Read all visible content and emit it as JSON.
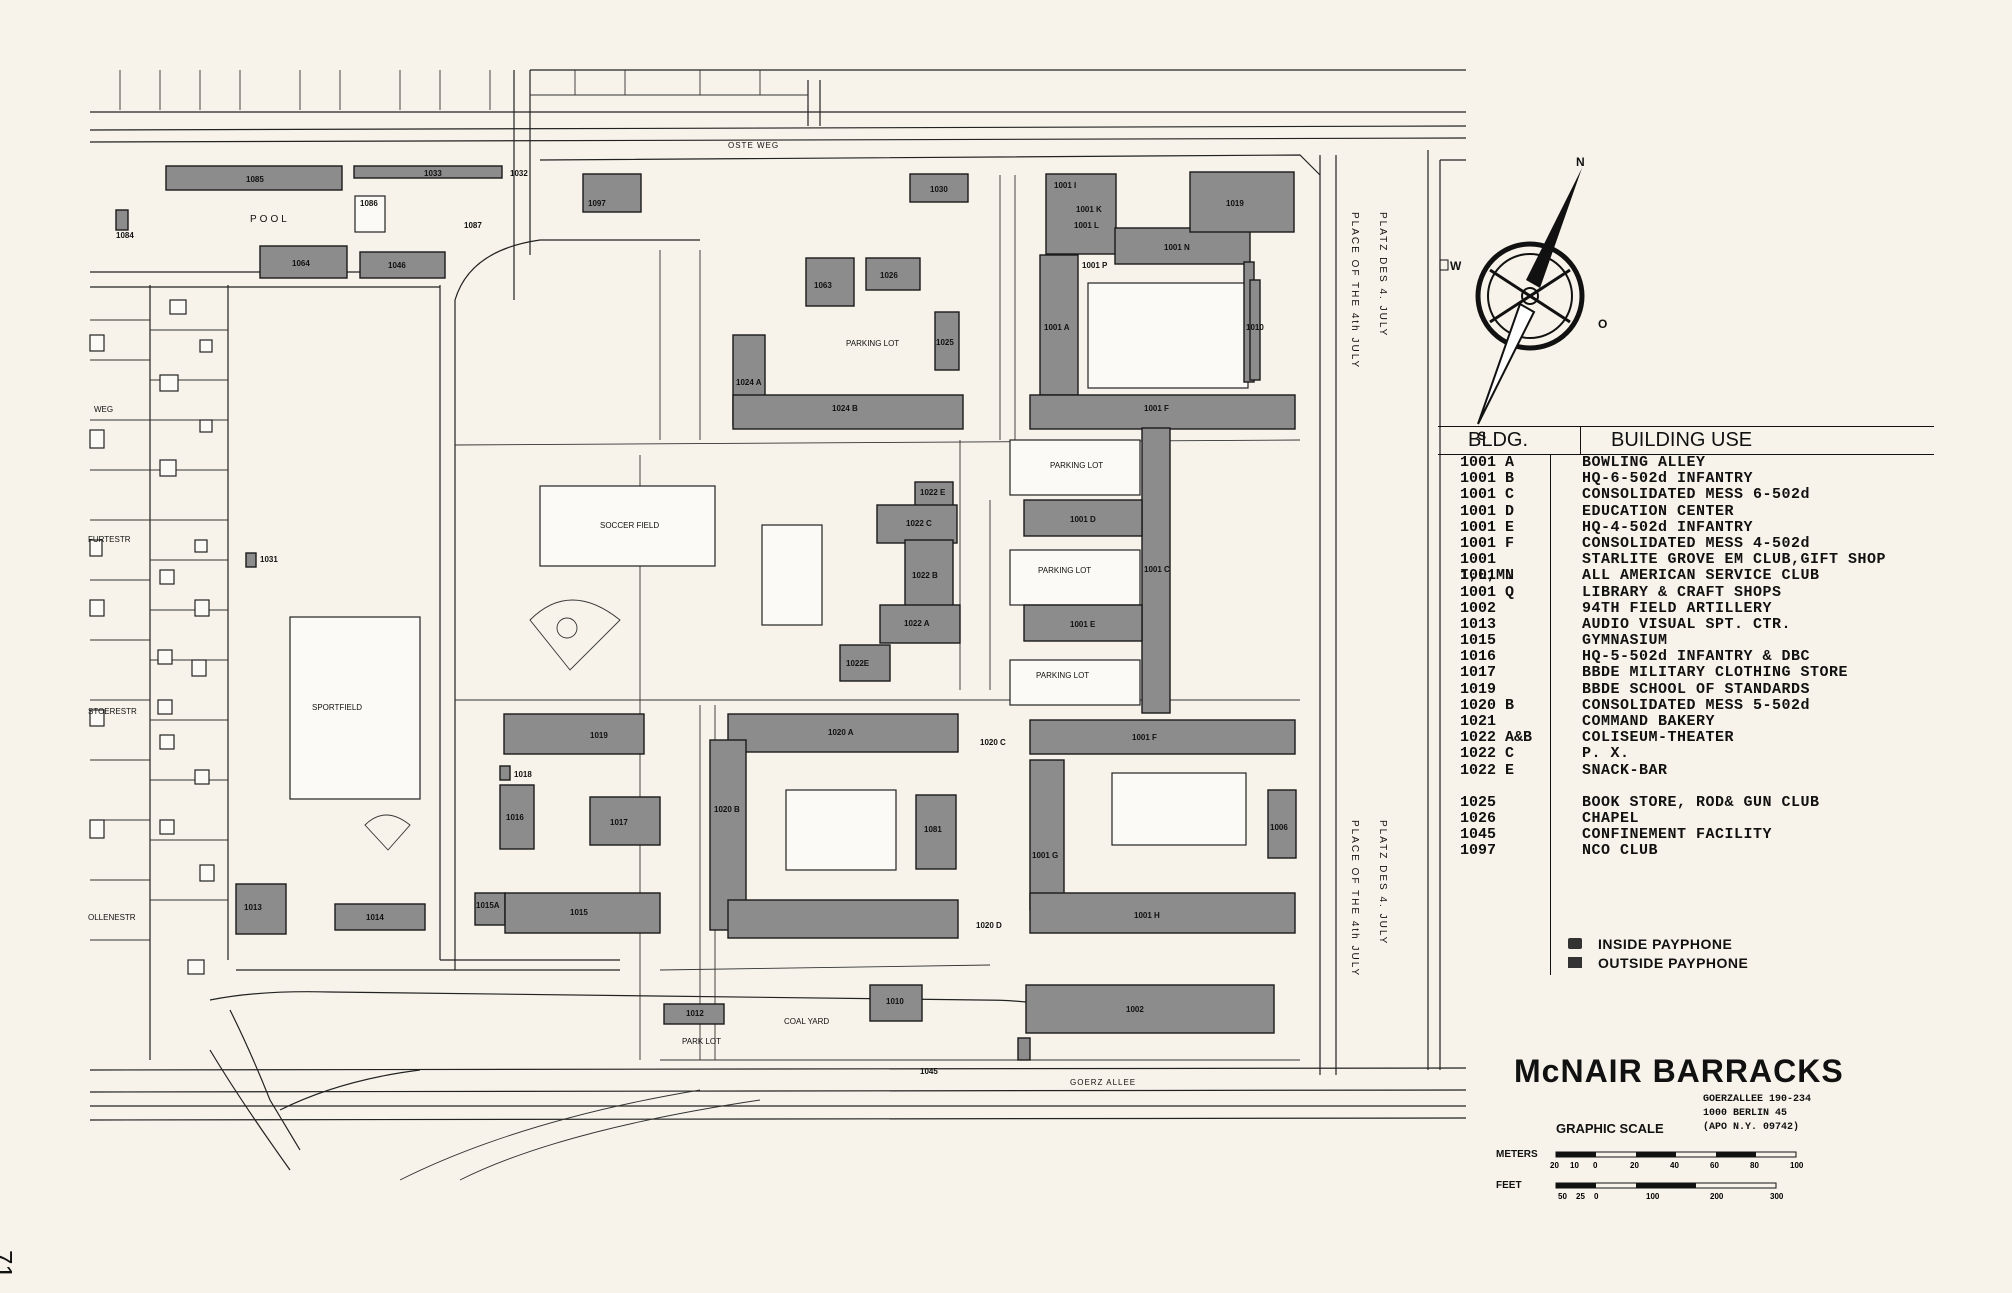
{
  "map": {
    "title": "McNAIR BARRACKS",
    "address": [
      "GOERZALLEE 190-234",
      "1000 BERLIN 45",
      "(APO N.Y. 09742)"
    ],
    "page_number": "71",
    "compass": {
      "n": "N",
      "s": "S",
      "w": "W",
      "o": "O"
    },
    "streets": {
      "oste_weg": "OSTE WEG",
      "goerz_allee": "GOERZ ALLEE",
      "platz_de": "PLATZ DES 4. JULY",
      "platz_en": "PLACE OF THE 4th JULY",
      "weg": "WEG",
      "furtestr": "FURTESTR",
      "stoerestr": "STOERESTR",
      "ollenestr": "OLLENESTR"
    },
    "areas": {
      "pool": "POOL",
      "soccer_field": "SOCCER FIELD",
      "sportfield": "SPORTFIELD",
      "parking_lot": "PARKING LOT",
      "park_lot": "PARK LOT",
      "coal_yard": "COAL YARD"
    },
    "buildings": {
      "b1085": "1085",
      "b1033": "1033",
      "b1084": "1084",
      "b1032": "1032",
      "b1086": "1086",
      "b1087": "1087",
      "b1064": "1064",
      "b1046": "1046",
      "b1097": "1097",
      "b1030": "1030",
      "b1063": "1063",
      "b1026": "1026",
      "b1025": "1025",
      "b1001i": "1001 I",
      "b1001l": "1001 L",
      "b1001k": "1001 K",
      "b1001n": "1001 N",
      "b1019": "1019",
      "b1001a": "1001 A",
      "b1001p": "1001 P",
      "b1010": "1010",
      "b1024a": "1024 A",
      "b1024b": "1024 B",
      "b1001f": "1001 F",
      "b1022c": "1022 C",
      "b1022e": "1022 E",
      "b1022b": "1022 B",
      "b1022a": "1022 A",
      "b1022e2": "1022E",
      "b1001d": "1001 D",
      "b1001c": "1001 C",
      "b1001e": "1001 E",
      "b1031": "1031",
      "b1016": "1016",
      "b1018": "1018",
      "b1015": "1015",
      "b1017": "1017",
      "b1020a": "1020 A",
      "b1020b": "1020 B",
      "b1020c": "1020 C",
      "b1020d": "1020 D",
      "b1081": "1081",
      "b1001g": "1001 G",
      "b1006": "1006",
      "b1013": "1013",
      "b1014": "1014",
      "b1015a": "1015A",
      "b1012": "1012",
      "b1010b": "1010",
      "b1002": "1002",
      "b1001h": "1001 H",
      "b1045": "1045"
    }
  },
  "legend": {
    "col_bldg": "BLDG.",
    "col_use": "BUILDING USE",
    "rows": [
      {
        "code": "1001 A",
        "use": "BOWLING ALLEY"
      },
      {
        "code": "1001 B",
        "use": "HQ-6-502d INFANTRY"
      },
      {
        "code": "1001 C",
        "use": "CONSOLIDATED MESS 6-502d"
      },
      {
        "code": "1001 D",
        "use": "EDUCATION CENTER"
      },
      {
        "code": "1001 E",
        "use": "HQ-4-502d INFANTRY"
      },
      {
        "code": "1001 F",
        "use": "CONSOLIDATED MESS 4-502d"
      },
      {
        "code": "1001 I,L,M.",
        "use": "STARLITE GROVE EM CLUB,GIFT SHOP"
      },
      {
        "code": "1001 N",
        "use": "ALL AMERICAN SERVICE CLUB"
      },
      {
        "code": "1001 Q",
        "use": "LIBRARY & CRAFT SHOPS"
      },
      {
        "code": "1002",
        "use": "94TH FIELD ARTILLERY"
      },
      {
        "code": "1013",
        "use": "AUDIO VISUAL SPT. CTR."
      },
      {
        "code": "1015",
        "use": "GYMNASIUM"
      },
      {
        "code": "1016",
        "use": "HQ-5-502d INFANTRY & DBC"
      },
      {
        "code": "1017",
        "use": "BBDE MILITARY CLOTHING STORE"
      },
      {
        "code": "1019",
        "use": "BBDE SCHOOL OF STANDARDS"
      },
      {
        "code": "1020 B",
        "use": "CONSOLIDATED MESS 5-502d"
      },
      {
        "code": "1021",
        "use": "COMMAND BAKERY"
      },
      {
        "code": "1022 A&B",
        "use": "COLISEUM-THEATER"
      },
      {
        "code": "1022 C",
        "use": "P. X."
      },
      {
        "code": "1022 E",
        "use": "SNACK-BAR"
      },
      {
        "code": "1025",
        "use": "BOOK STORE, ROD& GUN CLUB"
      },
      {
        "code": "1026",
        "use": "CHAPEL"
      },
      {
        "code": "1045",
        "use": "CONFINEMENT FACILITY"
      },
      {
        "code": "1097",
        "use": "NCO CLUB"
      }
    ],
    "inside_payphone": "INSIDE PAYPHONE",
    "outside_payphone": "OUTSIDE PAYPHONE"
  },
  "scale": {
    "title": "GRAPHIC SCALE",
    "meters_label": "METERS",
    "feet_label": "FEET",
    "meters_ticks": [
      "20",
      "10",
      "0",
      "20",
      "40",
      "60",
      "80",
      "100"
    ],
    "feet_ticks": [
      "50",
      "25",
      "0",
      "100",
      "200",
      "300"
    ]
  }
}
